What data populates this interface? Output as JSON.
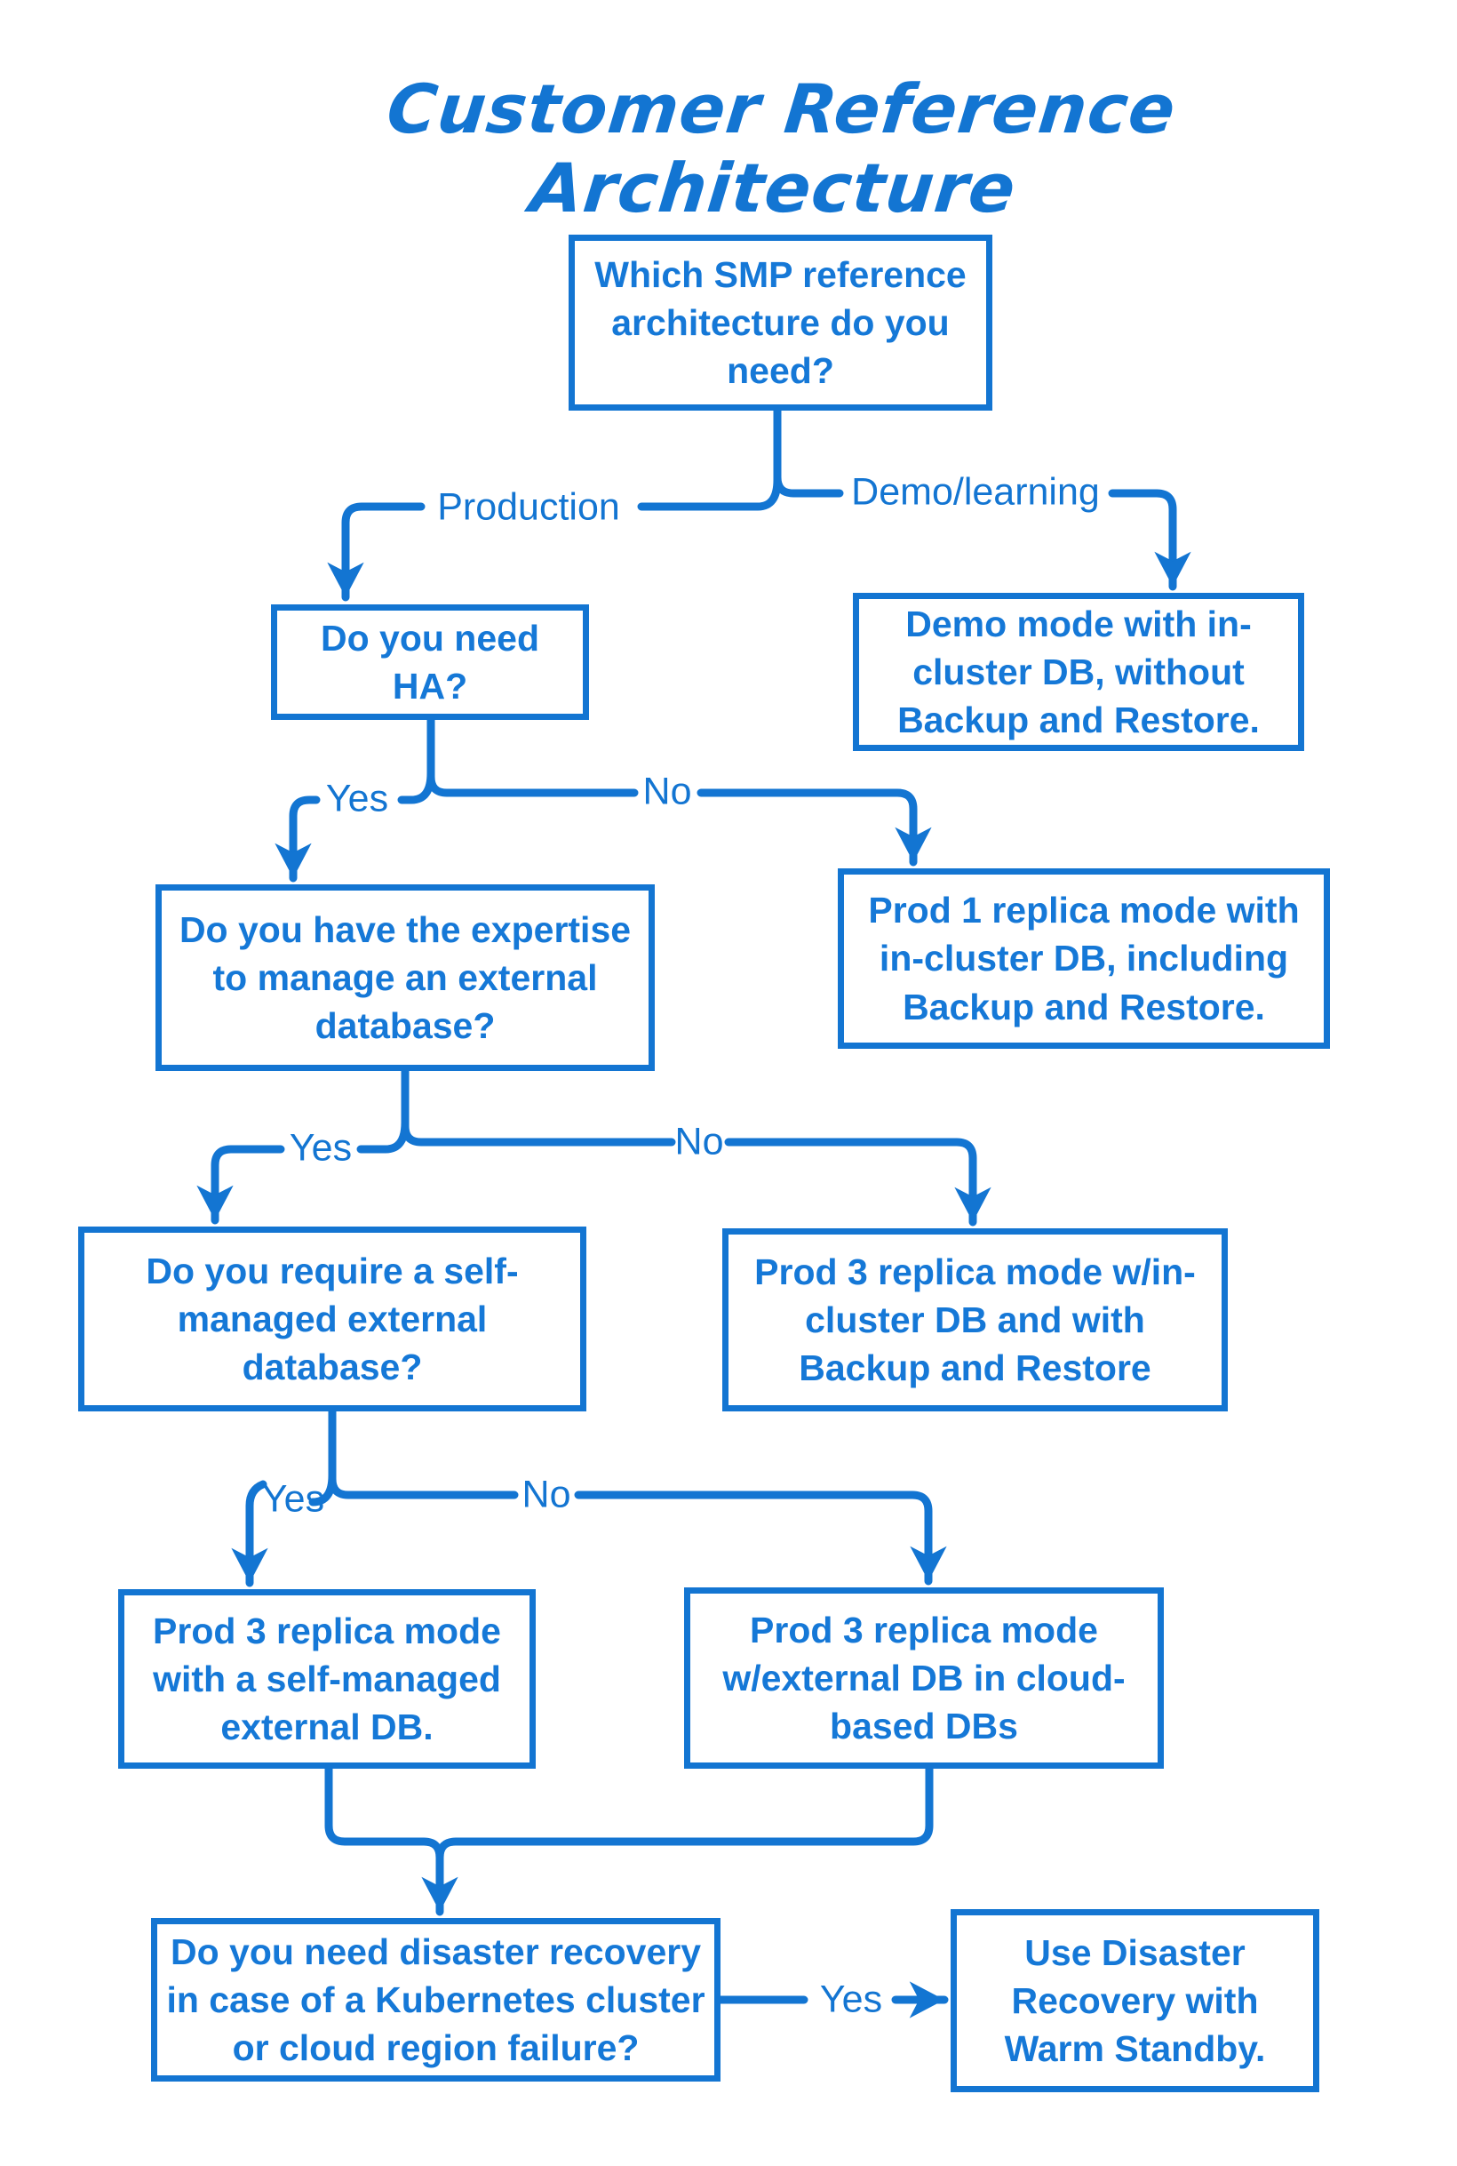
{
  "title": "Customer Reference Architecture",
  "colors": {
    "primary": "#1375d2",
    "background": "#ffffff"
  },
  "diagram": {
    "type": "decision-flowchart",
    "nodes": [
      {
        "id": "q1",
        "type": "question",
        "label": "Which SMP reference\narchitecture do you\nneed?"
      },
      {
        "id": "q2",
        "type": "question",
        "label": "Do you need HA?"
      },
      {
        "id": "r1",
        "type": "result",
        "label": "Demo mode with in-\ncluster DB, without\nBackup and Restore."
      },
      {
        "id": "q3",
        "type": "question",
        "label": "Do you have the expertise\nto manage an external\ndatabase?"
      },
      {
        "id": "r2",
        "type": "result",
        "label": "Prod 1 replica mode with\nin-cluster DB, including\nBackup and Restore."
      },
      {
        "id": "q4",
        "type": "question",
        "label": "Do you require a self-\nmanaged external\ndatabase?"
      },
      {
        "id": "r3",
        "type": "result",
        "label": "Prod 3 replica mode w/in-\ncluster DB and with\nBackup and Restore"
      },
      {
        "id": "r4",
        "type": "result",
        "label": "Prod 3 replica mode\nwith a self-managed\nexternal DB."
      },
      {
        "id": "r5",
        "type": "result",
        "label": "Prod 3 replica mode\nw/external DB in cloud-\nbased DBs"
      },
      {
        "id": "q5",
        "type": "question",
        "label": "Do you need disaster recovery\nin case of a Kubernetes cluster\nor cloud region failure?"
      },
      {
        "id": "r6",
        "type": "result",
        "label": "Use Disaster\nRecovery with\nWarm Standby."
      }
    ],
    "edges": [
      {
        "from": "q1",
        "to": "q2",
        "label": "Production"
      },
      {
        "from": "q1",
        "to": "r1",
        "label": "Demo/learning"
      },
      {
        "from": "q2",
        "to": "q3",
        "label": "Yes"
      },
      {
        "from": "q2",
        "to": "r2",
        "label": "No"
      },
      {
        "from": "q3",
        "to": "q4",
        "label": "Yes"
      },
      {
        "from": "q3",
        "to": "r3",
        "label": "No"
      },
      {
        "from": "q4",
        "to": "r4",
        "label": "Yes"
      },
      {
        "from": "q4",
        "to": "r5",
        "label": "No"
      },
      {
        "from": "r4,r5",
        "to": "q5",
        "label": ""
      },
      {
        "from": "q5",
        "to": "r6",
        "label": "Yes"
      }
    ]
  }
}
